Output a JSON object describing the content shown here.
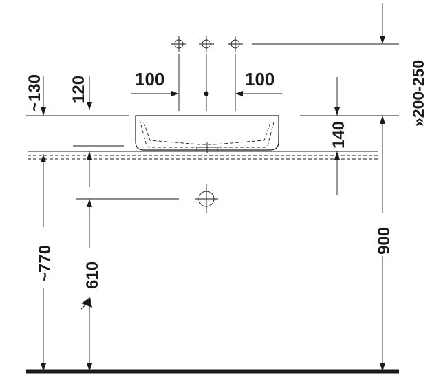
{
  "dimensions": {
    "top_vertical_1": "~130",
    "top_vertical_2": "120",
    "tap_offset_left": "100",
    "tap_offset_right": "100",
    "tap_height_range": "»200-250",
    "basin_height": "140",
    "floor_to_basin_rim": "900",
    "floor_to_countertop": "~770",
    "floor_to_drain": "610"
  }
}
